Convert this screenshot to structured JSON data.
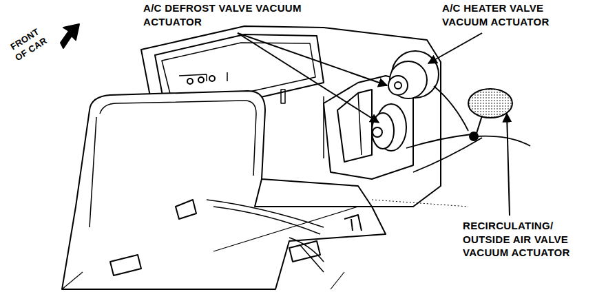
{
  "diagram": {
    "labels": [
      "A/C DEFROST VALVE VACUUM ACTUATOR",
      "A/C HEATER VALVE VACUUM ACTUATOR",
      "FRONT OF CAR",
      "RECIRCULATING/ OUTSIDE AIR VALVE VACUUM ACTUATOR"
    ]
  }
}
